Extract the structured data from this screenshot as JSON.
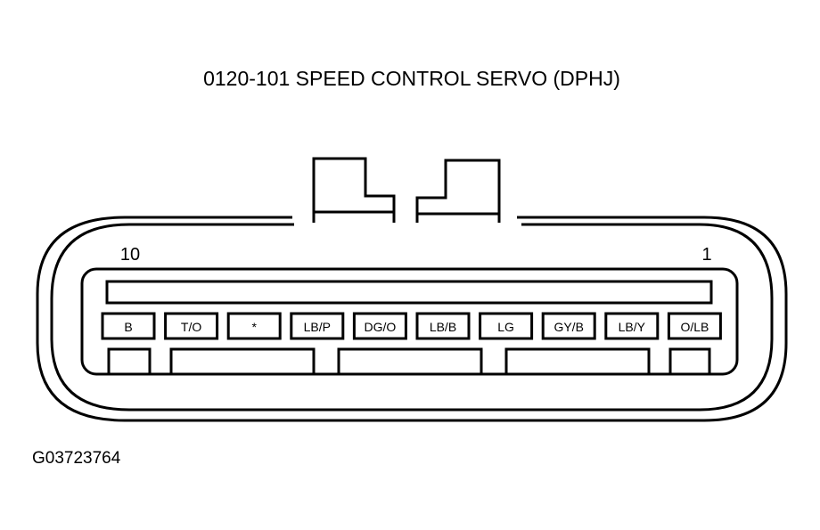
{
  "title": "0120-101 SPEED CONTROL SERVO (DPHJ)",
  "figure_id": "G03723764",
  "pin_start_label": "10",
  "pin_end_label": "1",
  "pins": [
    {
      "label": "B"
    },
    {
      "label": "T/O"
    },
    {
      "label": "*"
    },
    {
      "label": "LB/P"
    },
    {
      "label": "DG/O"
    },
    {
      "label": "LB/B"
    },
    {
      "label": "LG"
    },
    {
      "label": "GY/B"
    },
    {
      "label": "LB/Y"
    },
    {
      "label": "O/LB"
    }
  ],
  "colors": {
    "line": "#000000",
    "background": "#ffffff"
  }
}
